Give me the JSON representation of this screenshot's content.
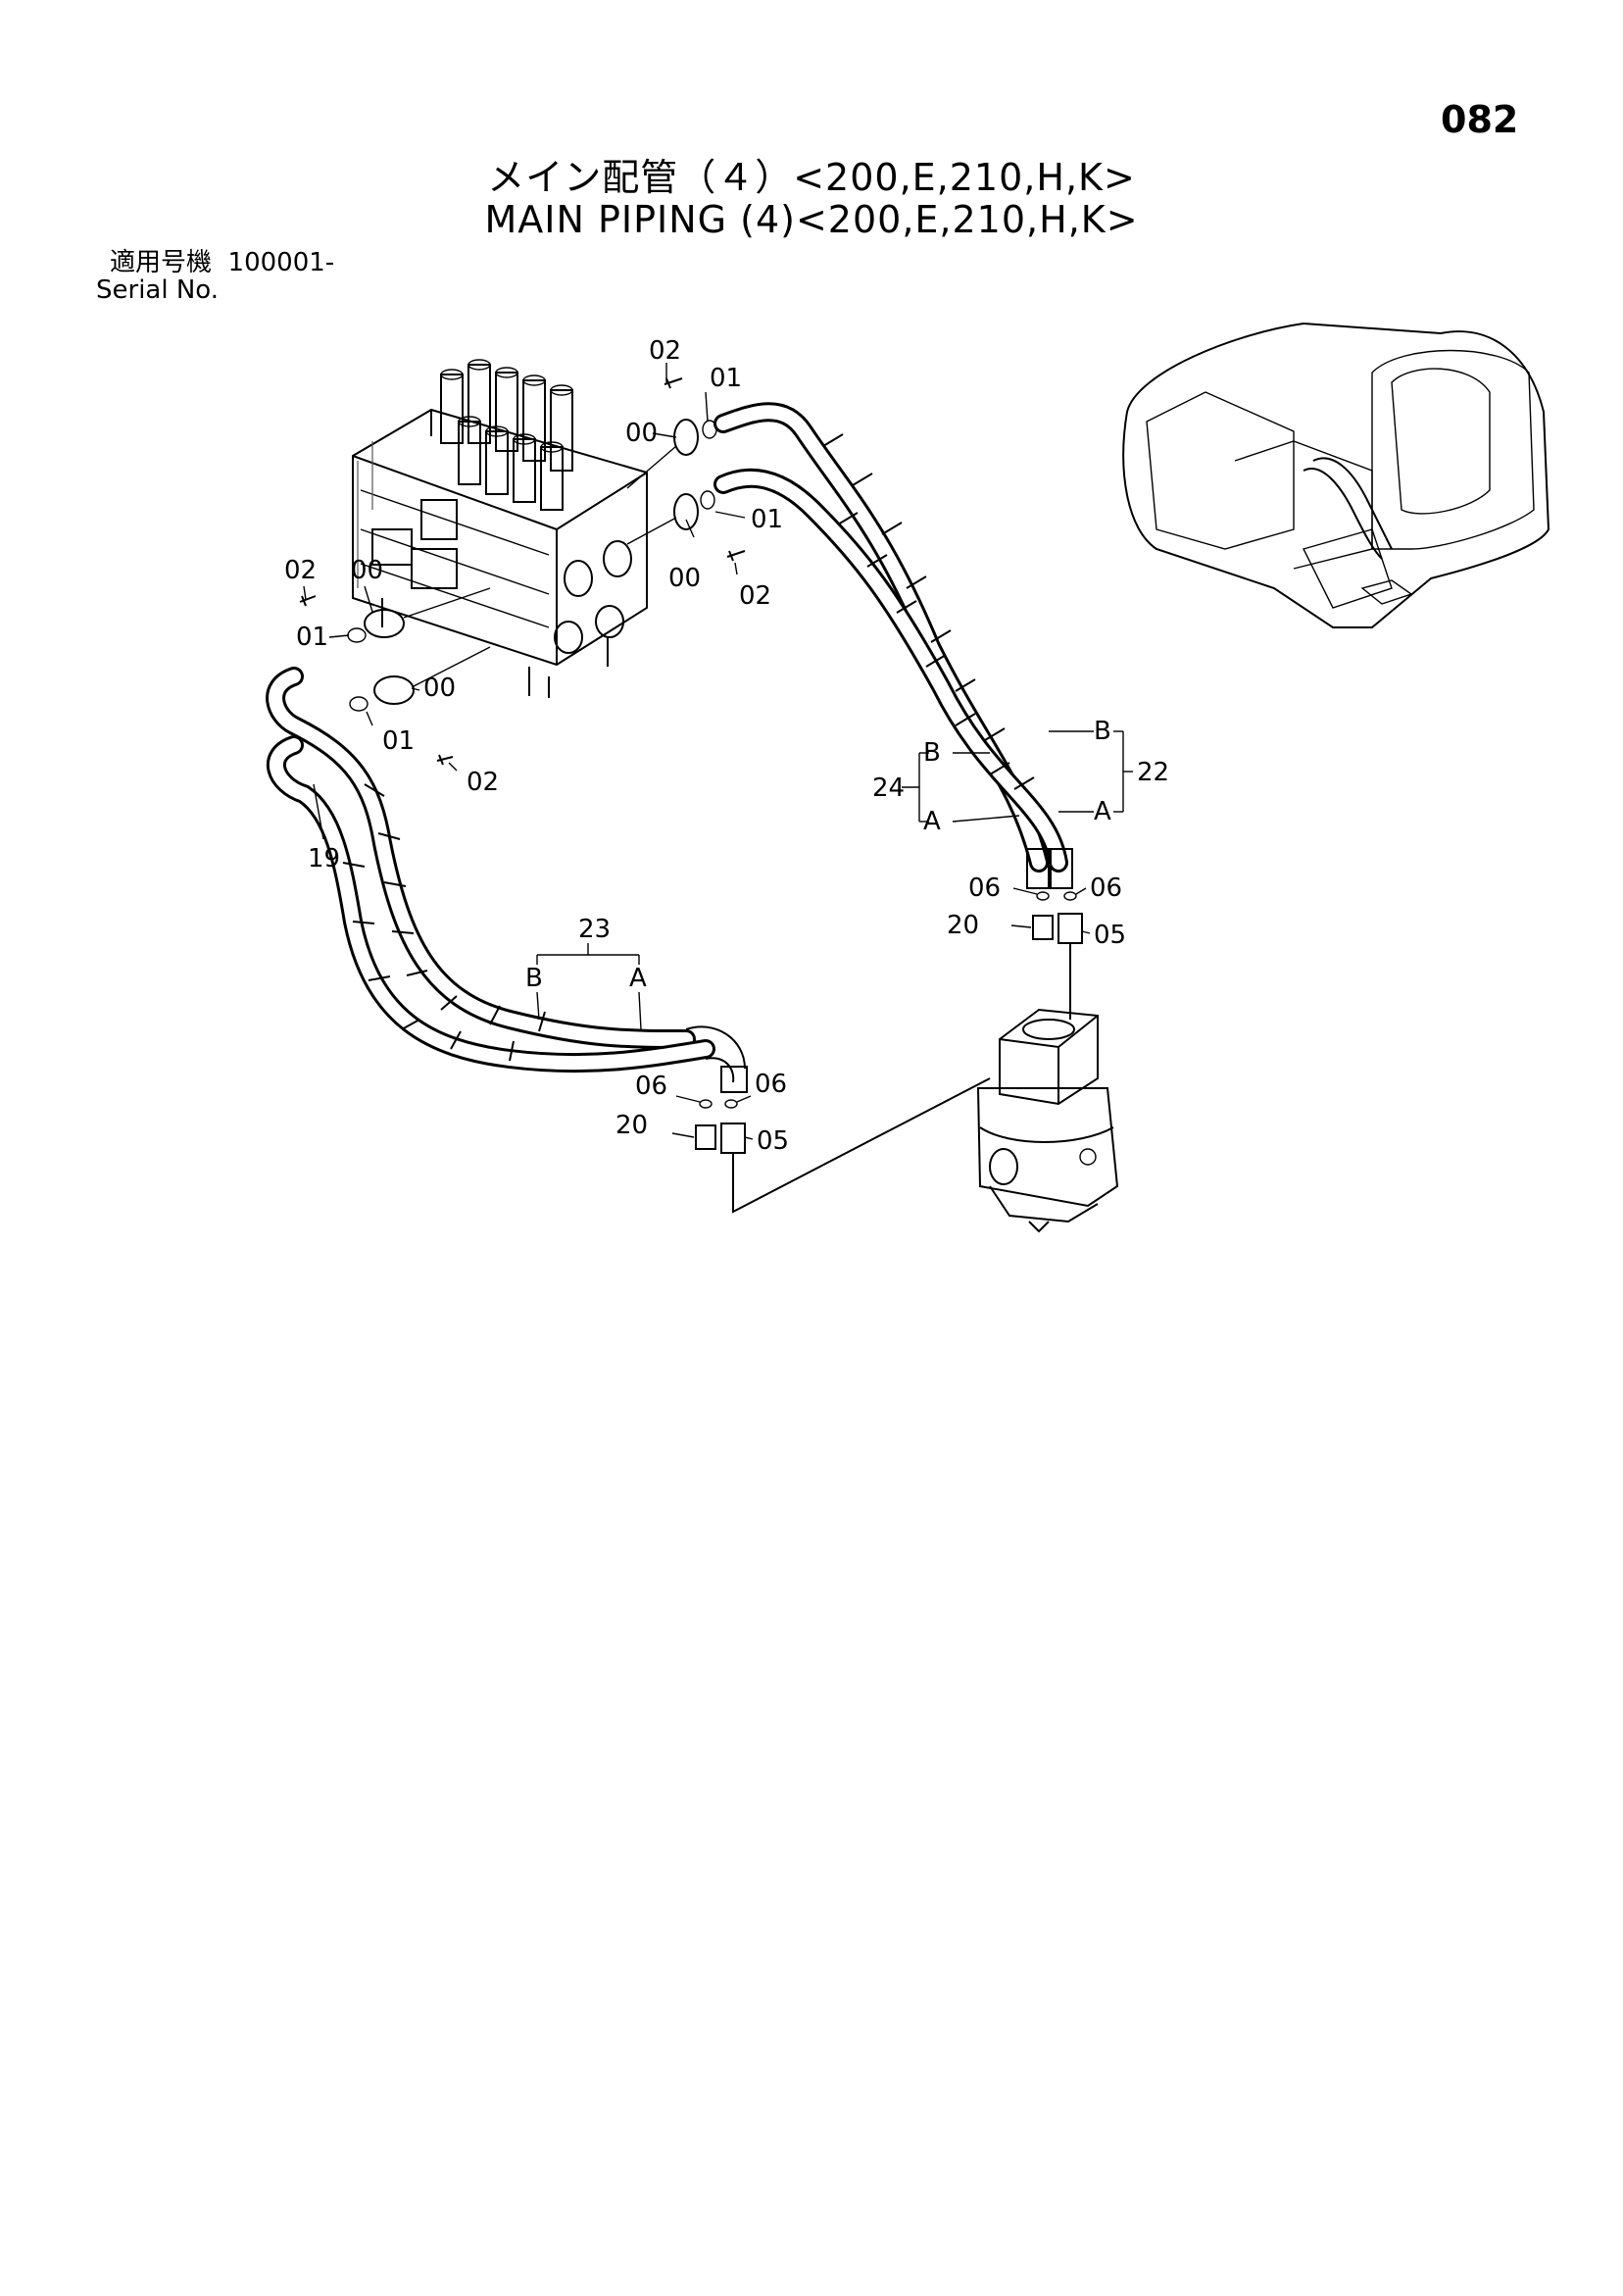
{
  "page_number": "082",
  "title_jp": "メイン配管（４）<200,E,210,H,K>",
  "title_en": "MAIN PIPING (4)<200,E,210,H,K>",
  "serial": {
    "label_jp": "適用号機",
    "value": "100001-",
    "label_en": "Serial No."
  },
  "callouts": {
    "c00": "00",
    "c01": "01",
    "c02": "02",
    "c05": "05",
    "c06": "06",
    "c19": "19",
    "c20": "20",
    "c22": "22",
    "c23": "23",
    "c24": "24",
    "end_a": "A",
    "end_b": "B"
  }
}
